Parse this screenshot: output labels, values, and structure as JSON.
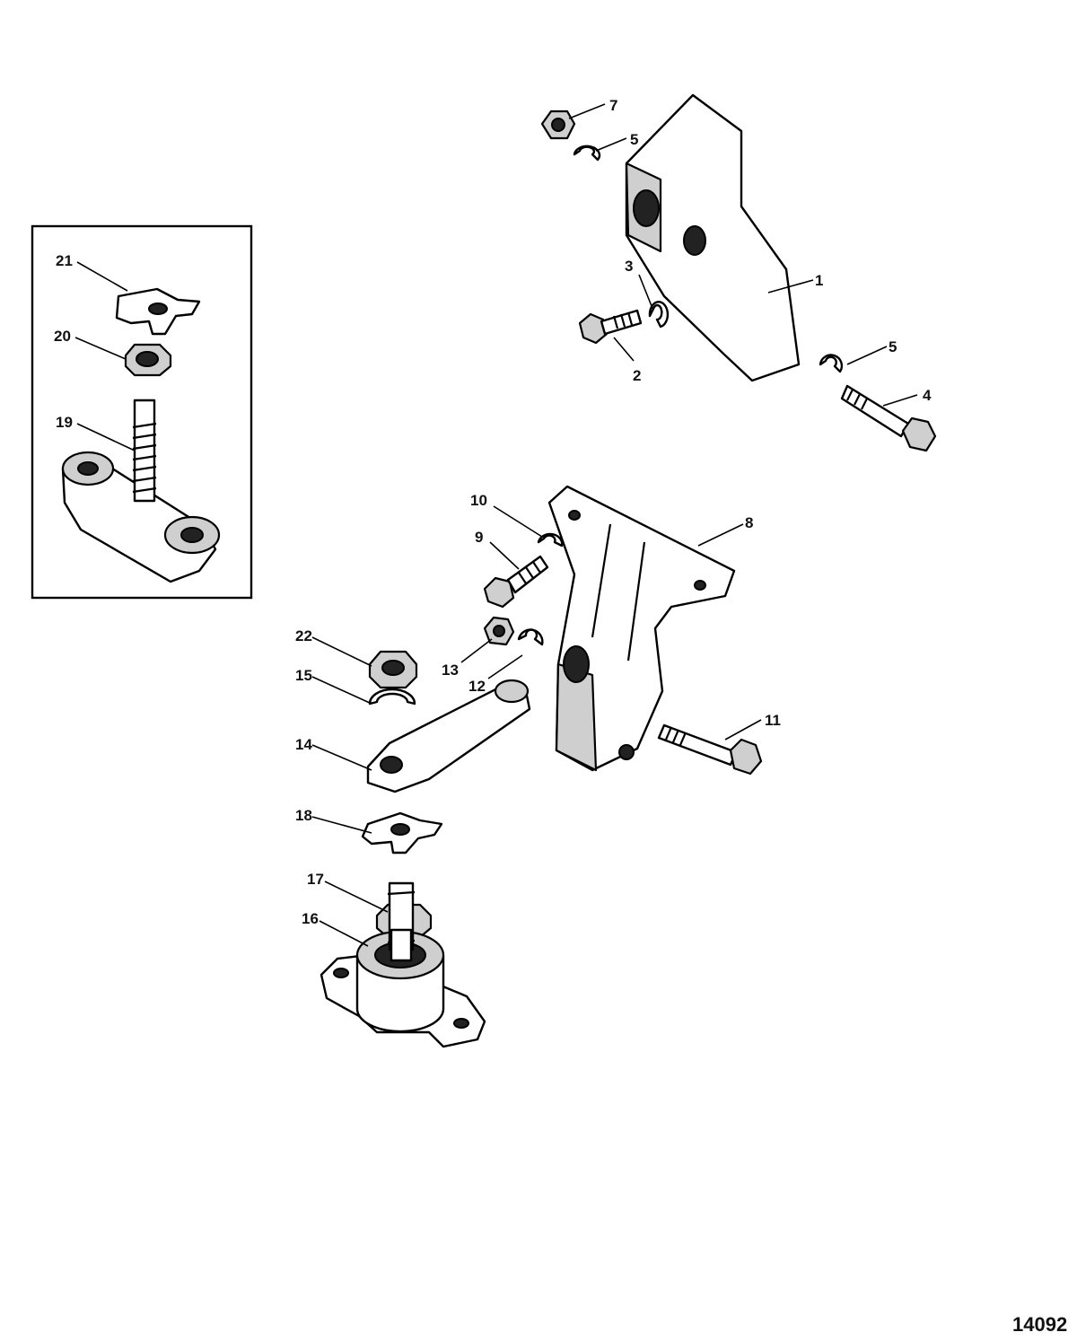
{
  "figure_number": "14092",
  "callouts": {
    "c1": "1",
    "c2": "2",
    "c3": "3",
    "c4": "4",
    "c5a": "5",
    "c5b": "5",
    "c7": "7",
    "c8": "8",
    "c9": "9",
    "c10": "10",
    "c11": "11",
    "c12": "12",
    "c13": "13",
    "c14": "14",
    "c15": "15",
    "c16": "16",
    "c17": "17",
    "c18": "18",
    "c19": "19",
    "c20": "20",
    "c21": "21",
    "c22": "22"
  }
}
